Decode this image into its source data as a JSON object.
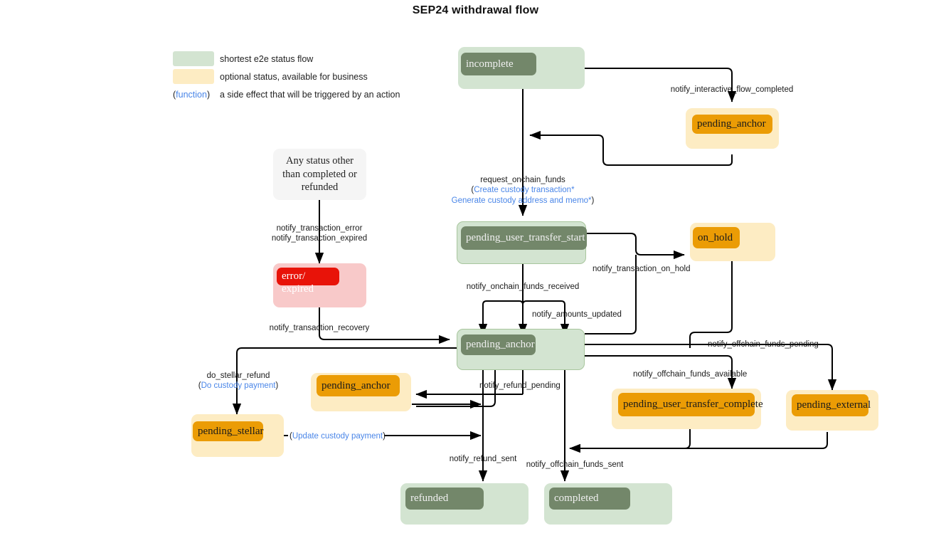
{
  "title": "SEP24 withdrawal flow",
  "legend": {
    "rows": [
      {
        "swatch": "green",
        "text": "shortest e2e status flow"
      },
      {
        "swatch": "yellow",
        "text": "optional status, available for business"
      }
    ],
    "function_row": {
      "marker_open": "(",
      "marker_fn": "function",
      "marker_close": ")",
      "text": "a side effect that will be triggered by an action"
    }
  },
  "nodes": {
    "incomplete": {
      "label": "incomplete",
      "kind": "green"
    },
    "pending_anchor_top": {
      "label": "pending_anchor",
      "kind": "yellow"
    },
    "any_status": {
      "label": "Any status other than completed or refunded",
      "kind": "plain"
    },
    "error_expired": {
      "label": "error/",
      "label2": "expired",
      "kind": "red"
    },
    "pending_user_transfer_start": {
      "label": "pending_user_transfer_start",
      "kind": "green"
    },
    "on_hold": {
      "label": "on_hold",
      "kind": "yellow"
    },
    "pending_anchor_center": {
      "label": "pending_anchor",
      "kind": "green"
    },
    "pending_anchor_refund": {
      "label": "pending_anchor",
      "kind": "yellow"
    },
    "pending_stellar": {
      "label": "pending_stellar",
      "kind": "yellow"
    },
    "pending_user_transfer_complete": {
      "label": "pending_user_transfer_complete",
      "kind": "yellow"
    },
    "pending_external": {
      "label": "pending_external",
      "kind": "yellow"
    },
    "refunded": {
      "label": "refunded",
      "kind": "green"
    },
    "completed": {
      "label": "completed",
      "kind": "green"
    }
  },
  "edge_labels": {
    "notify_interactive_flow_completed": "notify_interactive_flow_completed",
    "request_onchain_funds": "request_onchain_funds",
    "request_onchain_funds_fn1": "Create custody transaction*",
    "request_onchain_funds_fn2": "Generate custody address and memo*",
    "notify_transaction_error": "notify_transaction_error",
    "notify_transaction_expired": "notify_transaction_expired",
    "notify_transaction_recovery": "notify_transaction_recovery",
    "notify_onchain_funds_received": "notify_onchain_funds_received",
    "notify_amounts_updated": "notify_amounts_updated",
    "notify_transaction_on_hold": "notify_transaction_on_hold",
    "notify_offchain_funds_pending": "notify_offchain_funds_pending",
    "notify_offchain_funds_available": "notify_offchain_funds_available",
    "notify_refund_pending": "notify_refund_pending",
    "notify_refund_sent": "notify_refund_sent",
    "notify_offchain_funds_sent": "notify_offchain_funds_sent",
    "do_stellar_refund": "do_stellar_refund",
    "do_stellar_refund_fn": "Do custody payment",
    "update_custody_payment_fn": "Update custody payment"
  },
  "colors": {
    "green_outer": "#d3e4d1",
    "green_inner": "#73876a",
    "yellow_outer": "#fdecc3",
    "yellow_inner": "#eb9c05",
    "red_outer": "#f8c9c9",
    "red_inner": "#e81309",
    "plain_bg": "#f5f5f5",
    "function_text": "#4a86e8",
    "edge": "#000000"
  },
  "chart_data": {
    "type": "diagram",
    "diagram_kind": "state-machine",
    "title": "SEP24 withdrawal flow",
    "states": [
      "incomplete",
      "pending_anchor",
      "Any status other than completed or refunded",
      "error/expired",
      "pending_user_transfer_start",
      "on_hold",
      "pending_anchor",
      "pending_stellar",
      "pending_user_transfer_complete",
      "pending_external",
      "refunded",
      "completed"
    ],
    "transitions": [
      {
        "from": "incomplete",
        "to": "pending_anchor (top)",
        "label": "notify_interactive_flow_completed"
      },
      {
        "from": "pending_anchor (top)",
        "to": "incomplete-path",
        "label": ""
      },
      {
        "from": "incomplete",
        "to": "pending_user_transfer_start",
        "label": "request_onchain_funds",
        "functions": [
          "Create custody transaction*",
          "Generate custody address and memo*"
        ]
      },
      {
        "from": "Any status other than completed or refunded",
        "to": "error/expired",
        "label": "notify_transaction_error / notify_transaction_expired"
      },
      {
        "from": "error/expired",
        "to": "pending_anchor (center)",
        "label": "notify_transaction_recovery"
      },
      {
        "from": "pending_user_transfer_start",
        "to": "pending_anchor (center)",
        "label": "notify_onchain_funds_received"
      },
      {
        "from": "pending_anchor (center)",
        "to": "pending_anchor (center)",
        "label": "notify_amounts_updated"
      },
      {
        "from": "pending_user_transfer_start",
        "to": "on_hold",
        "label": "notify_transaction_on_hold"
      },
      {
        "from": "pending_anchor (center)",
        "to": "on_hold",
        "label": "notify_transaction_on_hold"
      },
      {
        "from": "pending_anchor (center)",
        "to": "pending_external",
        "label": "notify_offchain_funds_pending"
      },
      {
        "from": "pending_anchor (center)",
        "to": "pending_user_transfer_complete",
        "label": "notify_offchain_funds_available"
      },
      {
        "from": "pending_anchor (center)",
        "to": "pending_anchor (refund)",
        "label": "notify_refund_pending"
      },
      {
        "from": "pending_anchor (center)",
        "to": "pending_stellar",
        "label": "do_stellar_refund",
        "functions": [
          "Do custody payment"
        ]
      },
      {
        "from": "pending_stellar",
        "to": "pending_anchor (center)",
        "label": "",
        "functions": [
          "Update custody payment"
        ]
      },
      {
        "from": "pending_anchor (center)",
        "to": "refunded",
        "label": "notify_refund_sent"
      },
      {
        "from": "pending_anchor (center)",
        "to": "completed",
        "label": "notify_offchain_funds_sent"
      },
      {
        "from": "pending_user_transfer_complete",
        "to": "completed",
        "label": "notify_offchain_funds_sent"
      },
      {
        "from": "pending_external",
        "to": "completed",
        "label": "notify_offchain_funds_sent"
      }
    ]
  }
}
